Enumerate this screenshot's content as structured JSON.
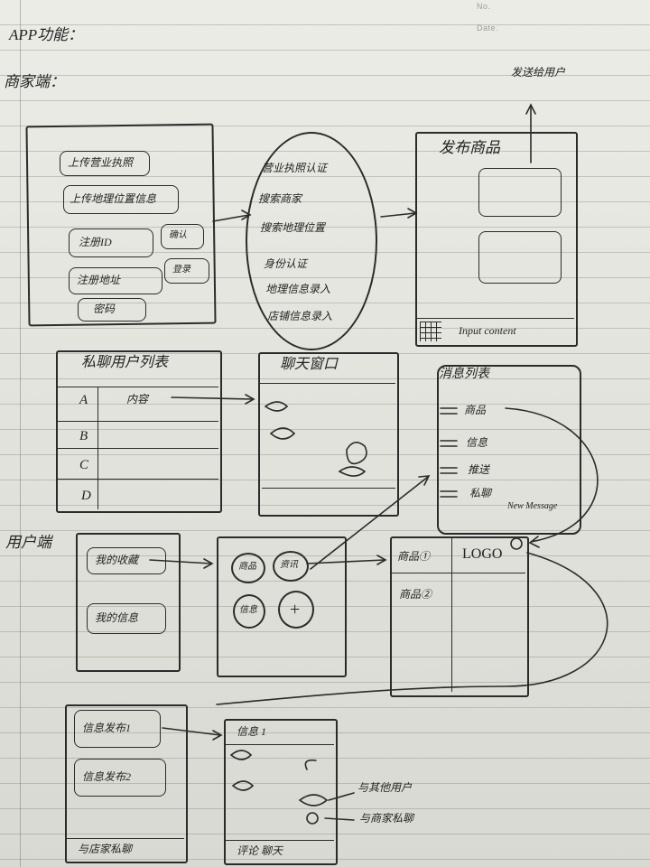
{
  "header": {
    "no_label": "No.",
    "date_label": "Date.",
    "title": "APP功能：",
    "section_merchant": "商家端："
  },
  "merchant": {
    "login_box": {
      "items": [
        "上传营业执照",
        "上传地理位置信息",
        "注册ID",
        "注册地址",
        "密码"
      ],
      "side_buttons": [
        "确认",
        "登录"
      ]
    },
    "bubble": {
      "lines": [
        "营业执照认证",
        "搜索商家",
        "搜索地理位置",
        "身份认证",
        "地理信息录入",
        "店铺信息录入"
      ]
    },
    "publish": {
      "title": "发布商品",
      "input_text": "Input content",
      "send_note": "发送给用户"
    },
    "private_chat": {
      "title": "私聊用户列表",
      "rows": [
        {
          "letter": "A",
          "text": "内容"
        },
        {
          "letter": "B",
          "text": ""
        },
        {
          "letter": "C",
          "text": ""
        },
        {
          "letter": "D",
          "text": ""
        }
      ]
    },
    "chat_window": {
      "title": "聊天窗口"
    },
    "menu_list": {
      "title": "消息列表",
      "items": [
        "商品",
        "信息",
        "推送",
        "私聊"
      ],
      "new_message": "New Message"
    }
  },
  "user": {
    "section_label": "用户端",
    "mine_box": {
      "items": [
        "我的收藏",
        "我的信息"
      ]
    },
    "circles": [
      "商品",
      "资讯",
      "信息",
      "+"
    ],
    "logo_panel": {
      "left_top": "商品①",
      "logo": "LOGO",
      "left_second": "商品②"
    },
    "detail_box": {
      "items": [
        "信息发布1",
        "信息发布2"
      ],
      "footer": "与店家私聊"
    },
    "info_panel": {
      "title": "信息 1",
      "footer": "评论 聊天",
      "notes": [
        "与其他用户",
        "与商家私聊"
      ]
    }
  }
}
